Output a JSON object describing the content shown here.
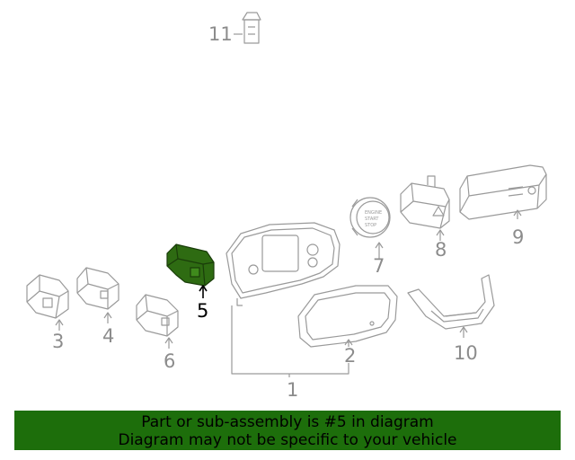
{
  "callouts": {
    "c1": "1",
    "c2": "2",
    "c3": "3",
    "c4": "4",
    "c5": "5",
    "c6": "6",
    "c7": "7",
    "c8": "8",
    "c9": "9",
    "c10": "10",
    "c11": "11"
  },
  "highlight": {
    "part_number": "5",
    "fill_color": "#2e6b12"
  },
  "banner": {
    "line1": "Part or sub-assembly is #5 in diagram",
    "line2": "Diagram may not be specific to your vehicle",
    "background_color": "#1d6e0b"
  }
}
